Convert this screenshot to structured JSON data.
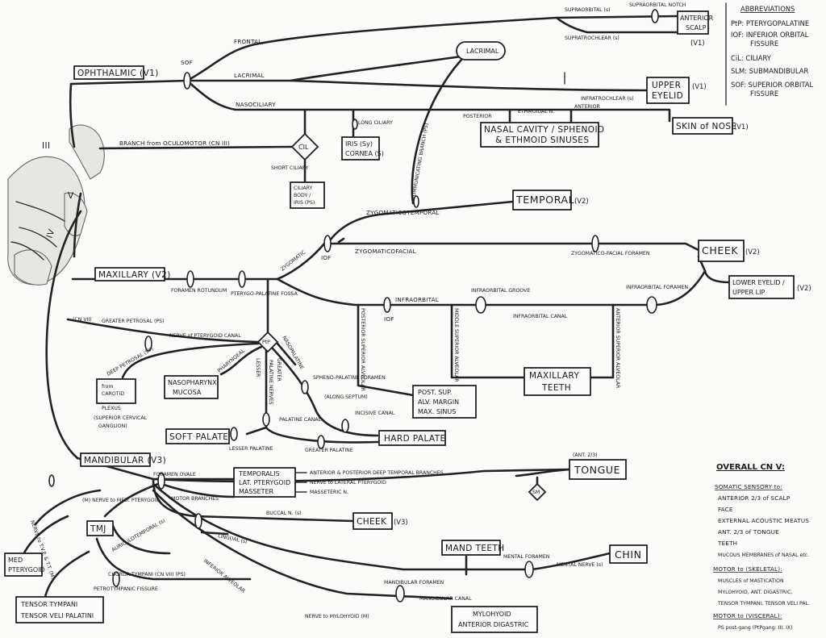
{
  "labels": {
    "frontal": "FRONTAL",
    "lacrimal_n": "LACRIMAL",
    "nasociliary": "NASOCILIARY",
    "supraorbital": "SUPRAORBITAL (s)",
    "supraorbital_notch": "SUPRAORBITAL NOTCH",
    "supratrochlear": "SUPRATROCHLEAR (s)",
    "infratrochlear": "INFRATROCHLEAR (s)",
    "posterior": "POSTERIOR",
    "ethmoidal": "ETHMOIDAL N.",
    "anterior": "ANTERIOR",
    "long_ciliary": "LONG CILIARY",
    "short_ciliary": "SHORT CILIARY",
    "branch_oculomotor": "BRANCH from OCULOMOTOR (CN III)",
    "sof": "SOF",
    "communicating": "COMMUNICATING BRANCH (PS)",
    "zygomaticotemporal": "ZYGOMATICOTEMPORAL",
    "zygomatic": "ZYGOMATIC",
    "zygomaticofacial": "ZYGOMATICOFACIAL",
    "zygomaticofacial_foramen": "ZYGOMATICO-FACIAL FORAMEN",
    "infraorbital_foramen": "INFRAORBITAL FORAMEN",
    "infraorbital_groove": "INFRAORBITAL GROOVE",
    "infraorbital_canal": "INFRAORBITAL CANAL",
    "infraorbital": "INFRAORBITAL",
    "iof_a": "IOF",
    "iof_b": "IOF",
    "foramen_rotundum": "FORAMEN ROTUNDUM",
    "pterygopalatine_fossa": "PTERYGO-PALATINE FOSSA",
    "posterior_superior_alveolar": "POSTERIOR SUPERIOR ALVEOLAR",
    "middle_superior_alveolar": "MIDDLE SUPERIOR ALVEOLAR",
    "anterior_superior_alveolar": "ANTERIOR SUPERIOR ALVEOLAR",
    "cn7": "(CN VII)",
    "greater_petrosal": "GREATER PETROSAL (PS)",
    "deep_petrosal": "DEEP PETROSAL (SY)",
    "nerve_pterygoid_canal": "NERVE of PTERYGOID CANAL",
    "pharyngeal": "PHARYNGEAL",
    "lesser": "LESSER",
    "greater": "GREATER",
    "palatine_nerves": "PALATINE NERVES",
    "nasopalatine": "NASOPALATINE",
    "sphenopalatine": "SPHENO-PALATINE FORAMEN",
    "along_septum": "(ALONG SEPTUM)",
    "incisive_canal": "INCISIVE CANAL",
    "palatine_canal": "PALATINE CANAL",
    "lesser_palatine": "LESSER PALATINE",
    "greater_palatine": "GREATER PALATINE",
    "foramen_ovale": "FORAMEN OVALE",
    "motor_branches": "MOTOR BRANCHES",
    "med_pterygoid_n": "(M) NERVE to MED. PTERYGOID",
    "anterior_posterior_deep_temporal": "ANTERIOR & POSTERIOR DEEP TEMPORAL BRANCHES",
    "nerve_lateral_pterygoid": "NERVE to LATERAL PTERYGOID",
    "masseteric": "MASSETERIC N.",
    "buccal": "BUCCAL N. (s)",
    "lingual": "LINGUAL (s)",
    "auriculotemporal": "AURICULOTEMPORAL (s)",
    "chorda_tympani": "CHORDA TYMPANI (CN VII) (PS)",
    "petrotympanic": "PETROTYMPANIC FISSURE",
    "inferior_alveolar": "INFERIOR ALVEOLAR",
    "mandibular_foramen": "MANDIBULAR FORAMEN",
    "mandibular_canal": "MANDIBULAR CANAL",
    "mental_foramen": "MENTAL FORAMEN",
    "mental_nerve": "MENTAL NERVE (s)",
    "nerve_mylohyoid": "NERVE to MYLOHYOID (M)",
    "nerve_tensor": "NERVE to T.V.P. & T.T. (M)",
    "ant_23": "(ANT. 2/3)",
    "cn3": "III",
    "cn5": "V",
    "cn4": "IV"
  },
  "boxes": {
    "ophthalmic": "OPHTHALMIC (V1)",
    "maxillary": "MAXILLARY (V2)",
    "mandibular": "MANDIBULAR (V3)",
    "anterior_scalp": [
      "ANTERIOR",
      "SCALP"
    ],
    "lacrimal": "LACRIMAL",
    "upper_eyelid": [
      "UPPER",
      "EYELID"
    ],
    "nasal_cavity": [
      "NASAL CAVITY / SPHENOID",
      "& ETHMOID SINUSES"
    ],
    "skin_nose": "SKIN of NOSE",
    "iris": [
      "IRIS (Sy)",
      "CORNEA (S)"
    ],
    "ciliary_body": [
      "CILIARY",
      "BODY /",
      "IRIS (PS)"
    ],
    "cil": "CIL",
    "ptp": "PtP",
    "sm": "SM",
    "temporal": "TEMPORAL",
    "cheek_v2": "CHEEK",
    "lower_eyelid": [
      "LOWER EYELID /",
      "UPPER LIP"
    ],
    "maxillary_teeth": [
      "MAXILLARY",
      "TEETH"
    ],
    "post_sup": [
      "POST. SUP.",
      "ALV. MARGIN",
      "MAX. SINUS"
    ],
    "nasopharynx": [
      "NASOPHARYNX",
      "MUCOSA"
    ],
    "carotid": [
      "from",
      "CAROTID",
      "PLEXUS",
      "(SUPERIOR CERVICAL",
      "GANGLION)"
    ],
    "soft_palate": "SOFT PALATE",
    "hard_palate": "HARD PALATE",
    "temporalis": [
      "TEMPORALIS",
      "LAT. PTERYGOID",
      "MASSETER"
    ],
    "tongue": "TONGUE",
    "cheek_v3": "CHEEK",
    "tmj": "TMJ",
    "mand_teeth": "MAND TEETH",
    "chin": "CHIN",
    "med_pterygoid": [
      "MED",
      "PTERYGOID"
    ],
    "tensor": [
      "TENSOR TYMPANI",
      "TENSOR VELI PALATINI"
    ],
    "mylohyoid": [
      "MYLOHYOID",
      "ANTERIOR DIGASTRIC"
    ]
  },
  "div_tags": {
    "v1a": "(V1)",
    "v1b": "(V1)",
    "v1c": "(V1)",
    "v2a": "(V2)",
    "v2b": "(V2)",
    "v2c": "(V2)",
    "v3": "(V3)"
  },
  "abbreviations": {
    "title": "ABBREVIATIONS",
    "items": [
      "PtP: PTERYGOPALATINE",
      "IOF: INFERIOR ORBITAL",
      "FISSURE",
      "CiL: CILIARY",
      "SLM: SUBMANDIBULAR",
      "SOF: SUPERIOR ORBITAL",
      "FISSURE"
    ]
  },
  "overall": {
    "title": "OVERALL CN V:",
    "somatic_title": "SOMATIC SENSORY to:",
    "somatic": [
      "ANTERIOR 2/3 of SCALP",
      "FACE",
      "EXTERNAL ACOUSTIC MEATUS",
      "ANT. 2/3 of TONGUE",
      "TEETH",
      "MUCOUS MEMBRANES of NASAL etc."
    ],
    "motor_title": "MOTOR to (SKELETAL):",
    "motor": [
      "MUSCLES of MASTICATION",
      "MYLOHYOID, ANT. DIGASTRIC,",
      "TENSOR TYMPANI, TENSOR VELI PAL."
    ],
    "visceral_title": "MOTOR to (VISCERAL):",
    "visceral": [
      "PS post-gang (PtPgang: III, IX)"
    ]
  }
}
